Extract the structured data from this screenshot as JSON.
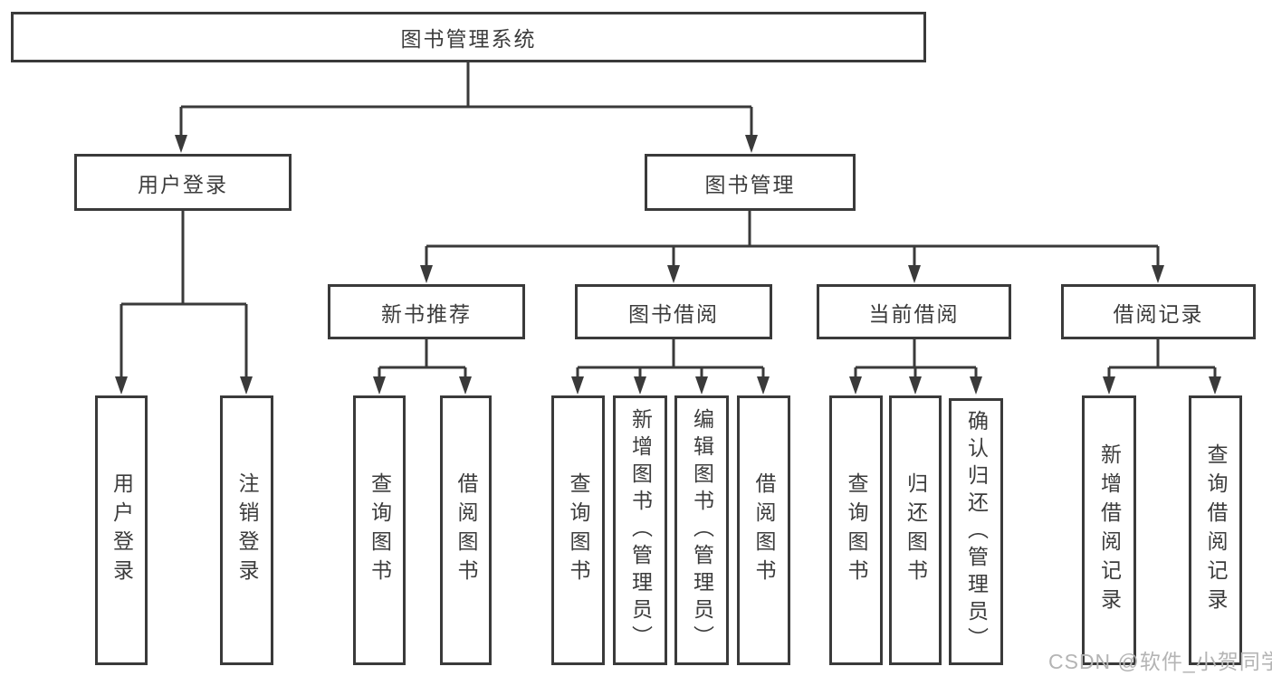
{
  "diagram": {
    "title": "图书管理系统",
    "children": [
      {
        "label": "用户登录",
        "children": [
          {
            "label": "用户登录"
          },
          {
            "label": "注销登录"
          }
        ]
      },
      {
        "label": "图书管理",
        "children": [
          {
            "label": "新书推荐",
            "children": [
              {
                "label": "查询图书"
              },
              {
                "label": "借阅图书"
              }
            ]
          },
          {
            "label": "图书借阅",
            "children": [
              {
                "label": "查询图书"
              },
              {
                "label": "新增图书（管理员）"
              },
              {
                "label": "编辑图书（管理员）"
              },
              {
                "label": "借阅图书"
              }
            ]
          },
          {
            "label": "当前借阅",
            "children": [
              {
                "label": "查询图书"
              },
              {
                "label": "归还图书"
              },
              {
                "label": "确认归还（管理员）"
              }
            ]
          },
          {
            "label": "借阅记录",
            "children": [
              {
                "label": "新增借阅记录"
              },
              {
                "label": "查询借阅记录"
              }
            ]
          }
        ]
      }
    ]
  },
  "watermark": {
    "text": "CSDN @软件_小贺同学"
  },
  "colors": {
    "line": "#3a3a3a",
    "text": "#3c3c3c",
    "watermark": "#b4b4b4",
    "background": "#ffffff"
  }
}
